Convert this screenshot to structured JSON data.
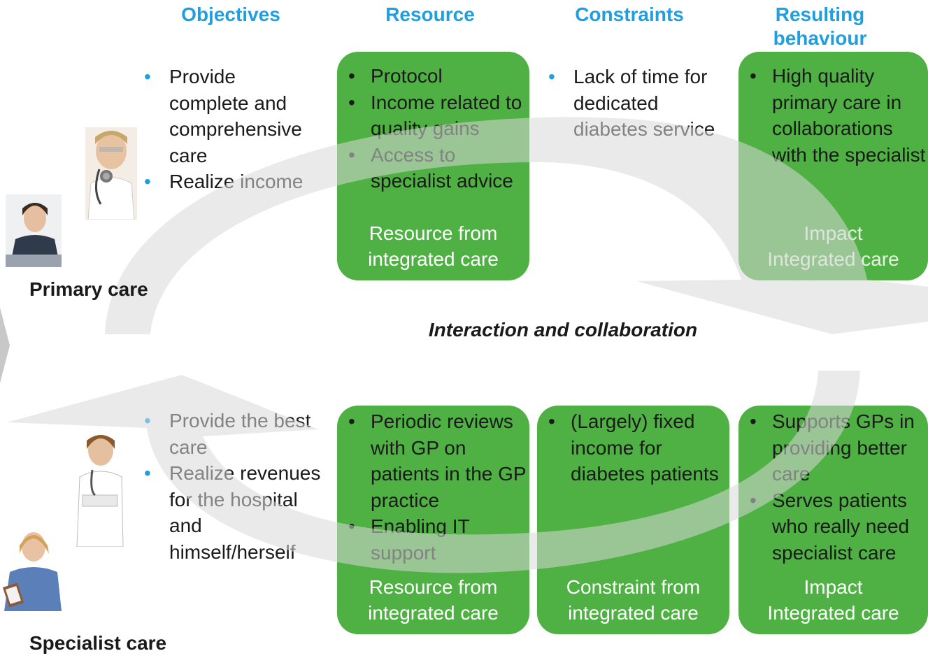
{
  "headers": {
    "objectives": "Objectives",
    "resource": "Resource",
    "constraints": "Constraints",
    "resulting_behaviour": "Resulting behaviour"
  },
  "primary": {
    "label": "Primary care",
    "objectives": [
      "Provide complete and comprehensive care",
      "Realize income"
    ],
    "resource": {
      "items": [
        "Protocol",
        "Income related to quality gains",
        "Access to specialist advice"
      ],
      "footer": "Resource from\nintegrated care"
    },
    "constraints": [
      "Lack of time for dedicated diabetes service"
    ],
    "behaviour": {
      "items": [
        "High quality primary care in collaborations with the specialist"
      ],
      "footer": "Impact\nIntegrated  care"
    }
  },
  "center_label": "Interaction and collaboration",
  "specialist": {
    "label": "Specialist care",
    "objectives": [
      "Provide the best care",
      "Realize revenues for the hospital and himself/herself"
    ],
    "resource": {
      "items": [
        "Periodic reviews with GP on patients in the GP practice",
        "Enabling IT support"
      ],
      "footer": "Resource from\nintegrated care"
    },
    "constraint": {
      "items": [
        "(Largely) fixed income for diabetes patients"
      ],
      "footer": "Constraint from\nintegrated care"
    },
    "behaviour": {
      "items": [
        "Supports GPs in providing better care",
        "Serves patients who really need specialist care"
      ],
      "footer": "Impact\nIntegrated care"
    }
  },
  "colors": {
    "header_blue": "#1f9fdf",
    "box_green": "#4fb043",
    "arrow_gray": "#d9d9d9"
  }
}
